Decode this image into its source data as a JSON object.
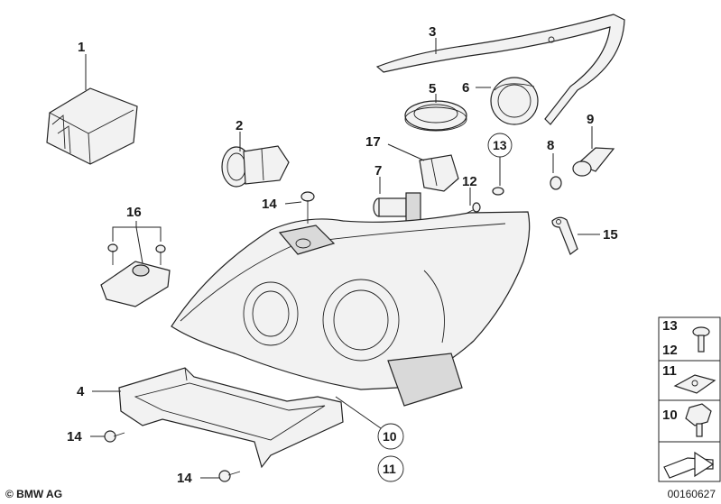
{
  "diagram": {
    "part_labels": {
      "p1": "1",
      "p2": "2",
      "p3": "3",
      "p4": "4",
      "p5": "5",
      "p6": "6",
      "p7": "7",
      "p8": "8",
      "p9": "9",
      "p10": "10",
      "p11": "11",
      "p12": "12",
      "p13": "13",
      "p14a": "14",
      "p14b": "14",
      "p14c": "14",
      "p15": "15",
      "p16": "16",
      "p17": "17"
    },
    "legend": {
      "row1": "13",
      "row2": "12",
      "row3": "11",
      "row4": "10"
    }
  },
  "footer": {
    "copyright": "© BMW AG",
    "doc_number": "00160627"
  }
}
